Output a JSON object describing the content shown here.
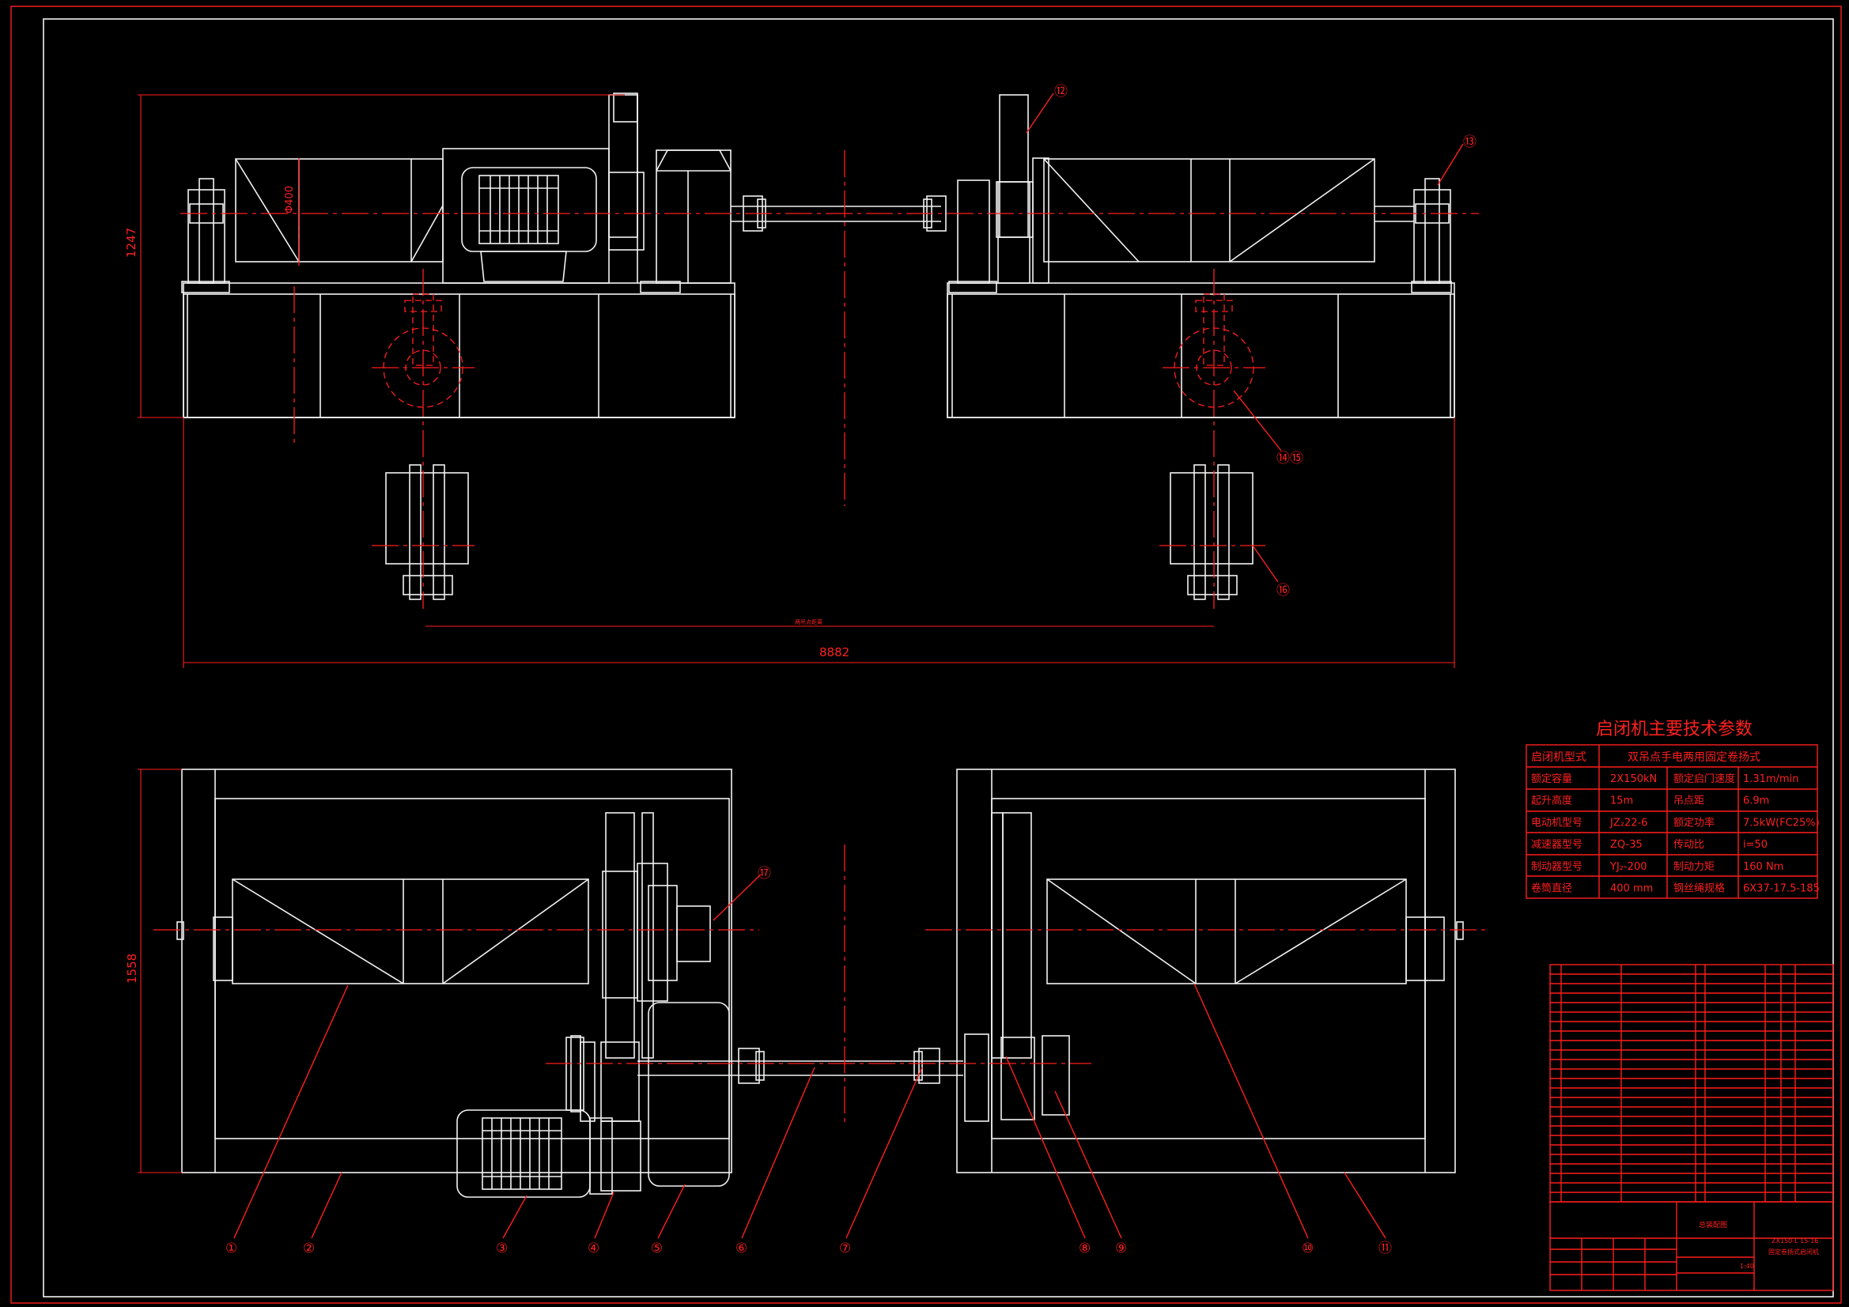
{
  "drawing": {
    "dimensions": {
      "overall_height_top": "1247",
      "overall_width": "8882",
      "drum_diameter": "Φ400",
      "overall_height_bottom": "1558",
      "small_center_note": "两吊点距离"
    },
    "callouts": [
      "①",
      "②",
      "③",
      "④",
      "⑤",
      "⑥",
      "⑦",
      "⑧",
      "⑨",
      "⑩",
      "⑪",
      "⑫",
      "⑬",
      "⑭⑮",
      "⑯",
      "⑰"
    ]
  },
  "specs": {
    "title": "启闭机主要技术参数",
    "type_label": "启闭机型式",
    "type_value": "双吊点手电两用固定卷扬式",
    "rows": [
      {
        "k1": "额定容量",
        "v1": "2X150kN",
        "k2": "额定启门速度",
        "v2": "1.31m/min"
      },
      {
        "k1": "起升高度",
        "v1": "15m",
        "k2": "吊点距",
        "v2": "6.9m"
      },
      {
        "k1": "电动机型号",
        "v1": "JZ₂22-6",
        "k2": "额定功率",
        "v2": "7.5kW(FC25%)"
      },
      {
        "k1": "减速器型号",
        "v1": "ZQ-35",
        "k2": "传动比",
        "v2": "i=50"
      },
      {
        "k1": "制动器型号",
        "v1": "YJ₂-200",
        "k2": "制动力矩",
        "v2": "160 Nm"
      },
      {
        "k1": "卷筒直径",
        "v1": "400 mm",
        "k2": "钢丝绳规格",
        "v2": "6X37-17.5-185"
      }
    ]
  },
  "title_block": {
    "drawing_no": "ZX150-L 15-16",
    "drawing_name": "固定卷扬式启闭机",
    "stage": "总装配图",
    "scale": "1:40"
  }
}
